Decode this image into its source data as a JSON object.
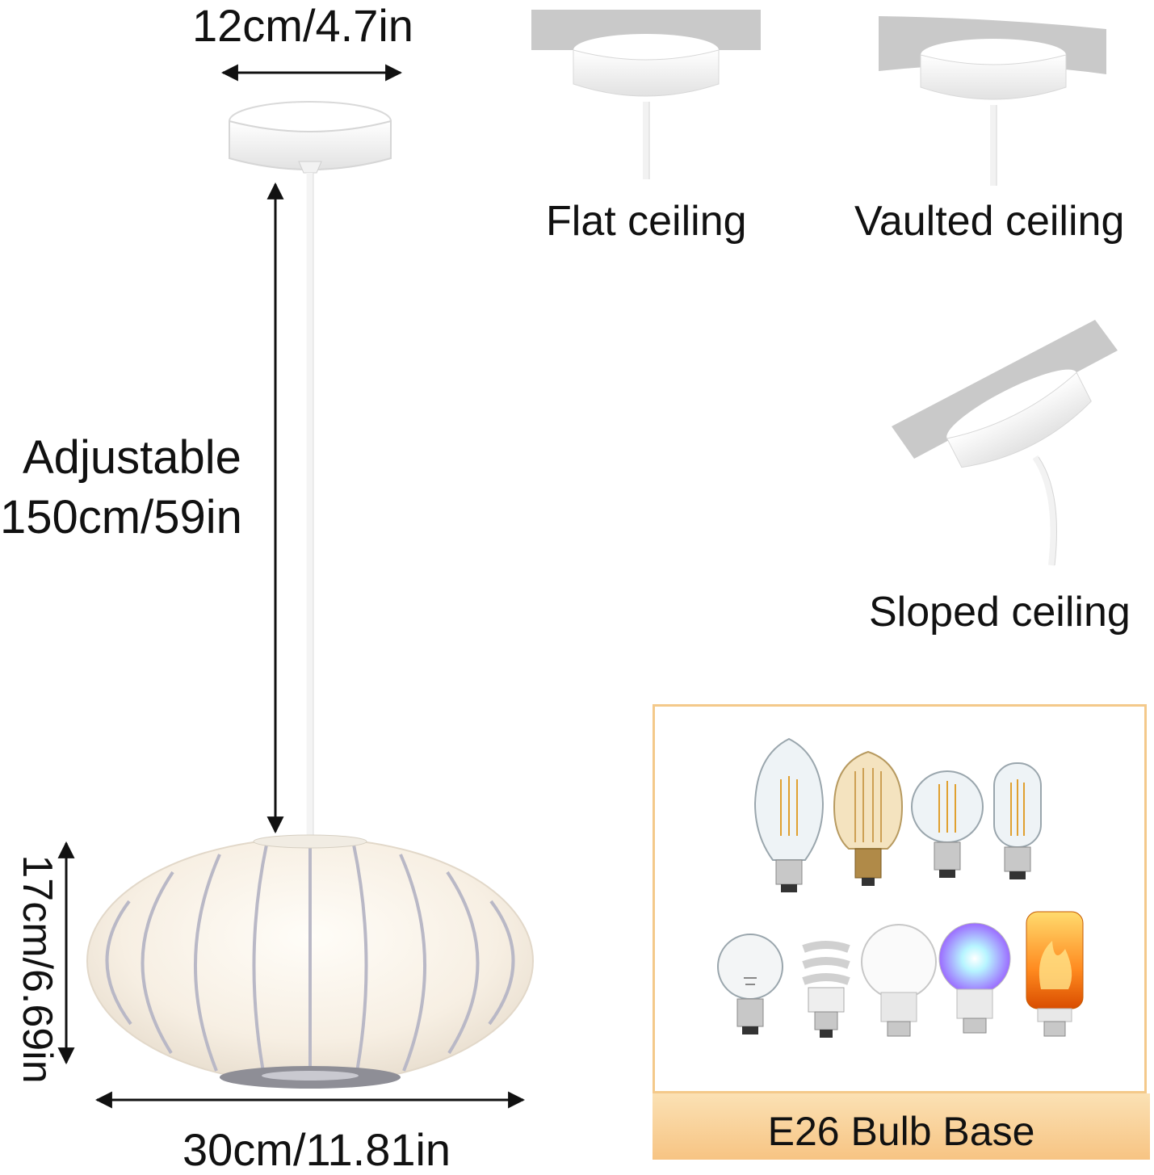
{
  "dimensions": {
    "canopy_width": "12cm/4.7in",
    "cord_adjustable": "Adjustable",
    "cord_length": "150cm/59in",
    "shade_height": "17cm/6.69in",
    "shade_width": "30cm/11.81in"
  },
  "mounting": {
    "flat": "Flat ceiling",
    "vaulted": "Vaulted ceiling",
    "sloped": "Sloped ceiling"
  },
  "bulbs": {
    "base": "E26 Bulb Base",
    "types_top": [
      "st64-filament-bulb-icon",
      "edison-bulb-icon",
      "a19-filament-bulb-icon",
      "t-filament-bulb-icon"
    ],
    "types_bottom": [
      "incandescent-bulb-icon",
      "cfl-spiral-bulb-icon",
      "led-bulb-icon",
      "rgb-bulb-icon",
      "flame-bulb-icon"
    ]
  },
  "colors": {
    "ceiling_gray": "#c9c9c9",
    "fixture_white": "#f4f4f4",
    "box_border": "#f4c98a",
    "banner": "#f7c483"
  }
}
